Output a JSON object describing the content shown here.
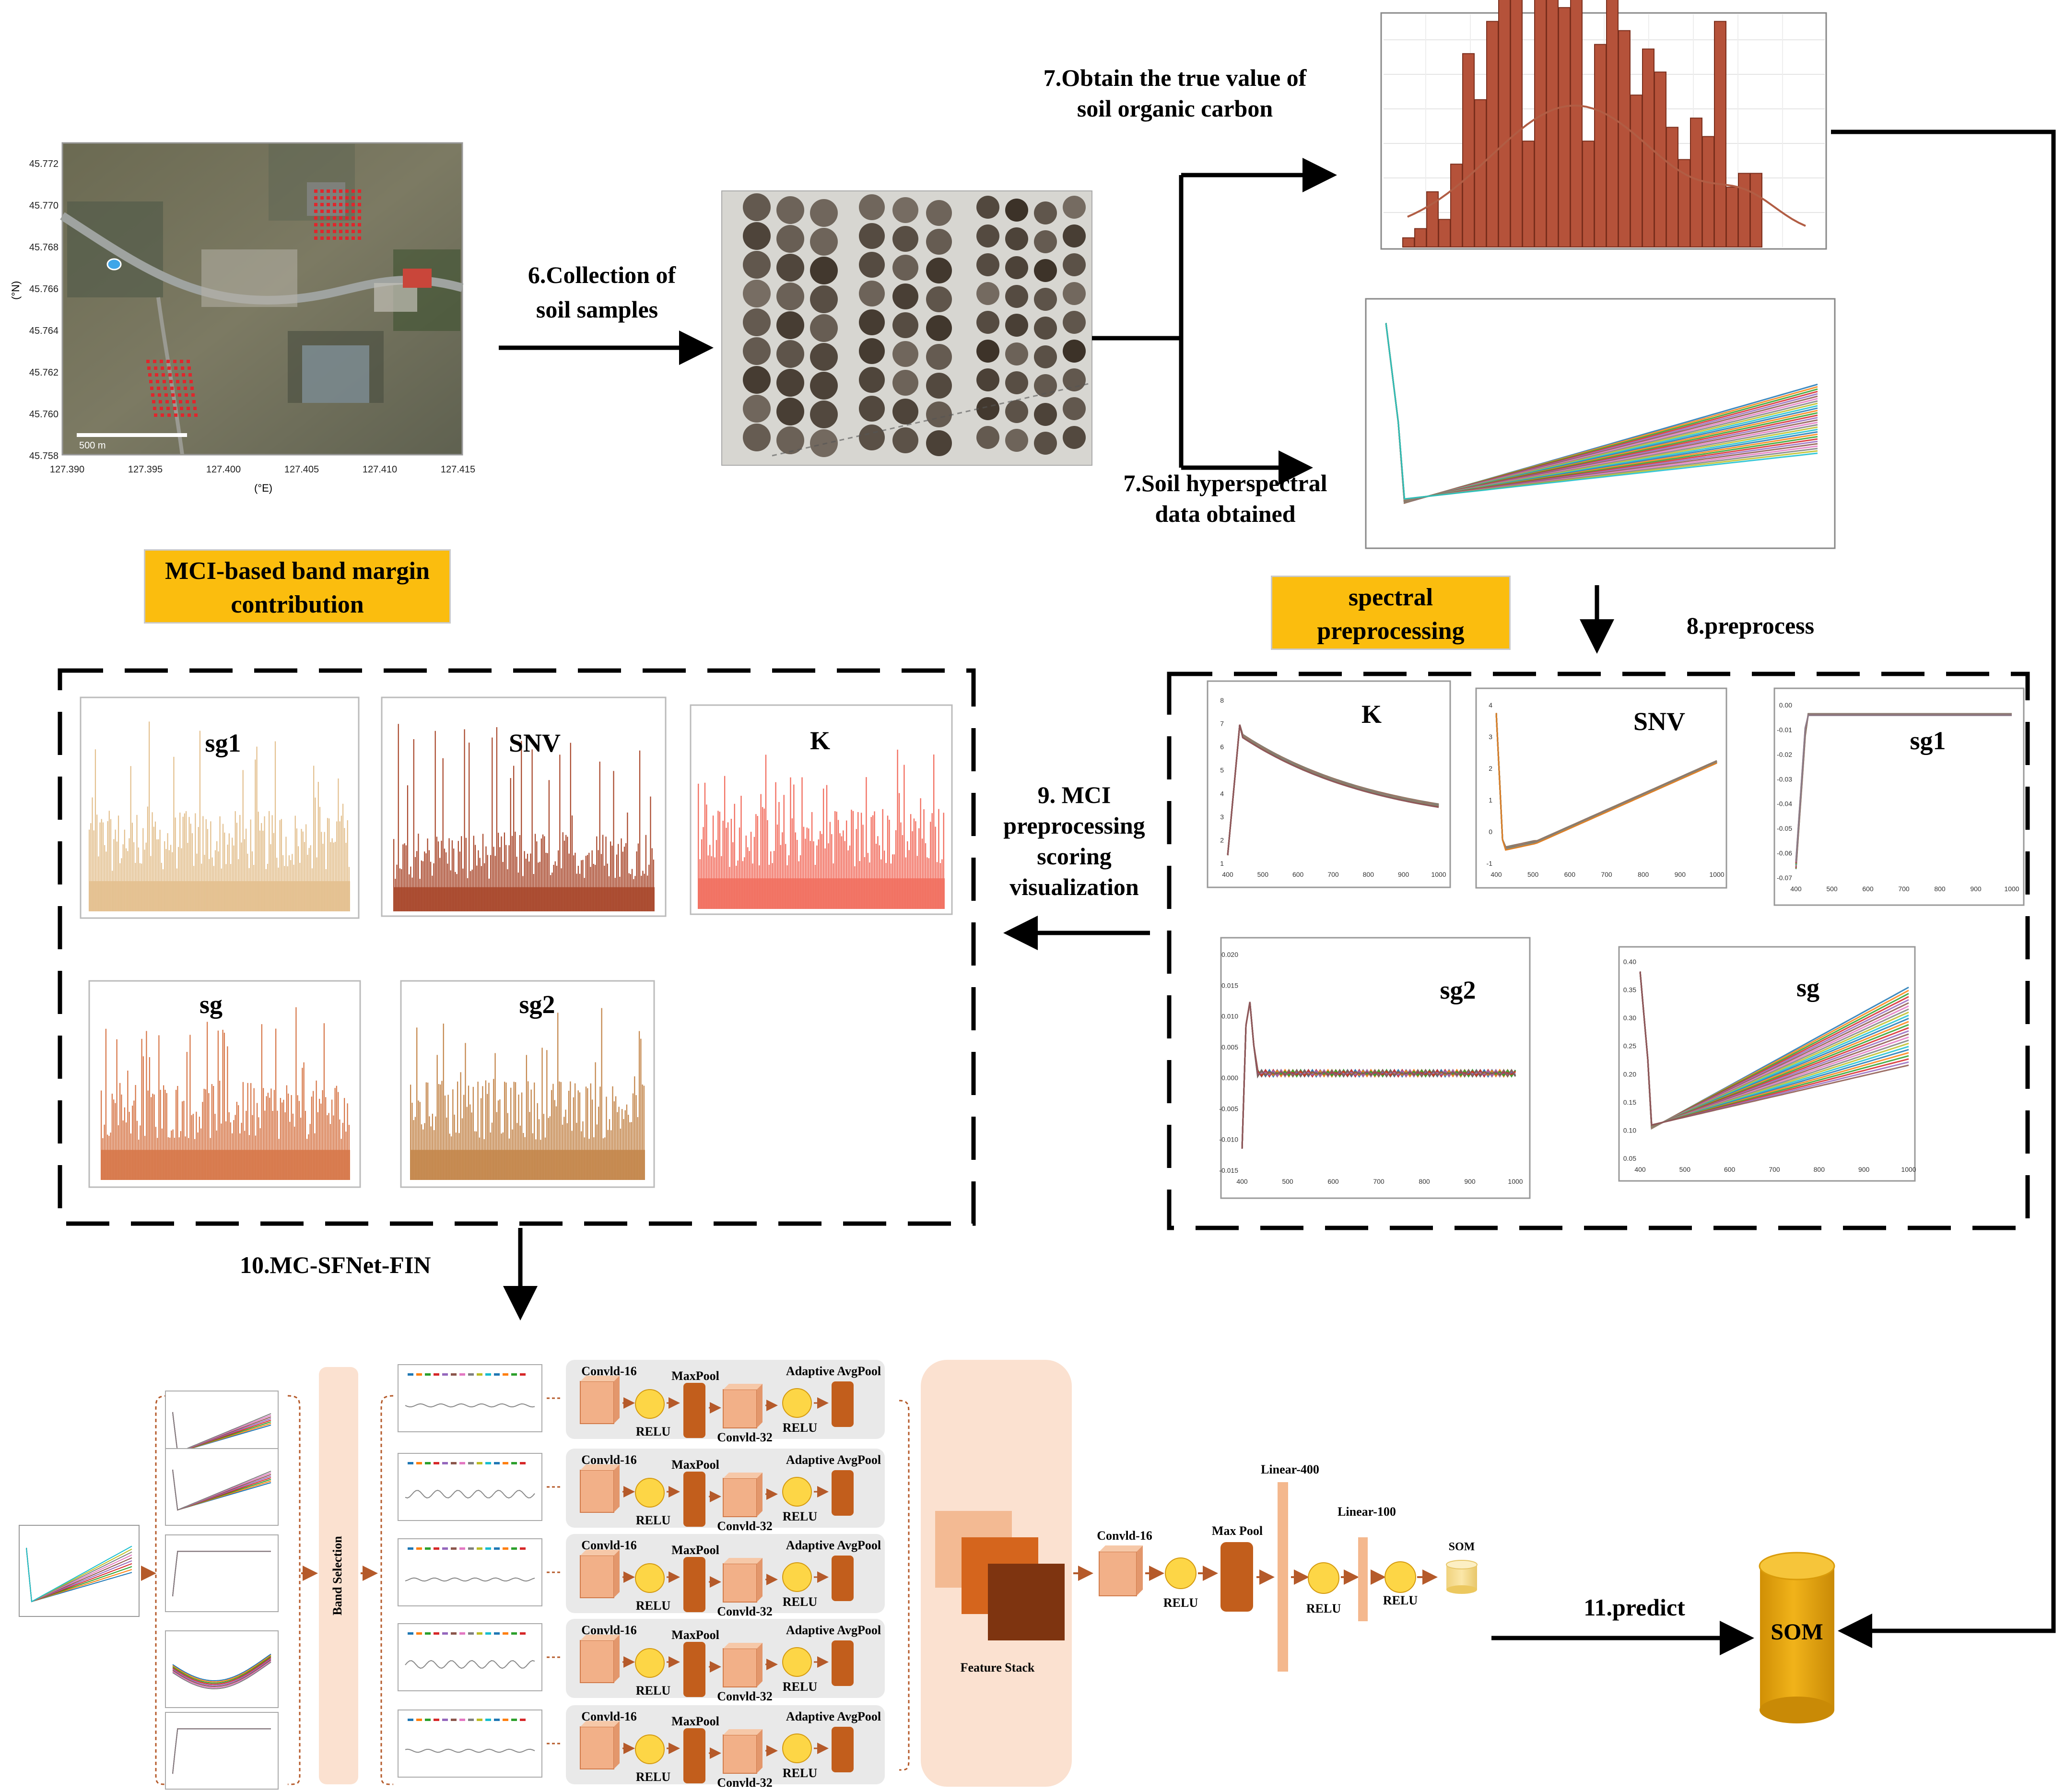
{
  "steps": {
    "collection": "6.Collection of soil samples",
    "true_value": "7.Obtain the true value of soil organic carbon",
    "hyperspectral": "7.Soil hyperspectral data obtained",
    "preprocess": "8.preprocess",
    "mci_scoring": "9. MCI preprocessing scoring visualization",
    "model": "10.MC-SFNet-FIN",
    "predict": "11.predict"
  },
  "boxes": {
    "mci_band": "MCI-based band margin contribution",
    "spectral_pre": "spectral preprocessing"
  },
  "preprocess_panels": [
    "K",
    "SNV",
    "sg1",
    "sg2",
    "sg"
  ],
  "mci_panels": [
    "sg1",
    "SNV",
    "K",
    "sg",
    "sg2"
  ],
  "map": {
    "y_axis_label": "(°N)",
    "x_axis_label": "(°E)",
    "y_ticks": [
      "45.772",
      "45.770",
      "45.768",
      "45.766",
      "45.764",
      "45.762",
      "45.760",
      "45.758"
    ],
    "x_ticks": [
      "127.390",
      "127.395",
      "127.400",
      "127.405",
      "127.410",
      "127.415"
    ],
    "scale": "500 m"
  },
  "spectra_ticks": {
    "x": [
      "400",
      "500",
      "600",
      "700",
      "800",
      "900",
      "1000"
    ],
    "k_y": [
      "8",
      "7",
      "6",
      "5",
      "4",
      "3",
      "2",
      "1"
    ],
    "snv_y": [
      "4",
      "3",
      "2",
      "1",
      "0",
      "-1"
    ],
    "sg1_y": [
      "0.00",
      "-0.01",
      "-0.02",
      "-0.03",
      "-0.04",
      "-0.05",
      "-0.06",
      "-0.07"
    ],
    "sg2_y": [
      "0.020",
      "0.015",
      "0.010",
      "0.005",
      "0.000",
      "-0.005",
      "-0.010",
      "-0.015"
    ],
    "sg_y": [
      "0.40",
      "0.35",
      "0.30",
      "0.25",
      "0.20",
      "0.15",
      "0.10",
      "0.05"
    ]
  },
  "network": {
    "band_selection": "Band Selection",
    "conv16": "Convld-16",
    "conv32": "Convld-32",
    "maxpool": "MaxPool",
    "adaptive": "Adaptive AvgPool",
    "relu": "RELU",
    "feature_stack": "Feature Stack",
    "head_conv": "Convld-16",
    "head_maxpool": "Max Pool",
    "linear400": "Linear-400",
    "linear100": "Linear-100",
    "som_small": "SOM",
    "som": "SOM"
  },
  "colors": {
    "orange_box": "#fbbd0e",
    "hist": "#b5523a",
    "sg1_bars": "#e3c08f",
    "snv_bars": "#a9482c",
    "k_bars": "#f27061",
    "sg_bars": "#d7784a",
    "sg2_bars": "#c4874d",
    "cylinder": "#e3a30e"
  }
}
